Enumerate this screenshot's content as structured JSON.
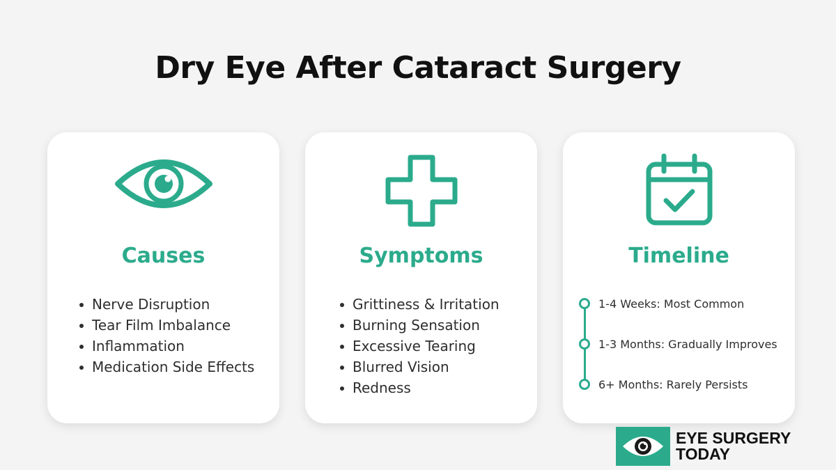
{
  "title": "Dry Eye After Cataract Surgery",
  "colors": {
    "accent": "#2bab8c",
    "background": "#f4f4f4",
    "card": "#ffffff"
  },
  "cards": [
    {
      "icon": "eye-icon",
      "heading": "Causes",
      "items": [
        "Nerve Disruption",
        "Tear Film Imbalance",
        "Inflammation",
        "Medication Side Effects"
      ]
    },
    {
      "icon": "medical-cross-icon",
      "heading": "Symptoms",
      "items": [
        "Grittiness & Irritation",
        "Burning Sensation",
        "Excessive Tearing",
        "Blurred Vision",
        "Redness"
      ]
    },
    {
      "icon": "calendar-check-icon",
      "heading": "Timeline",
      "items": [
        "1-4 Weeks: Most Common",
        "1-3 Months: Gradually Improves",
        "6+ Months: Rarely Persists"
      ]
    }
  ],
  "brand": {
    "line1": "EYE SURGERY",
    "line2": "TODAY",
    "icon": "eye-logo-icon"
  }
}
